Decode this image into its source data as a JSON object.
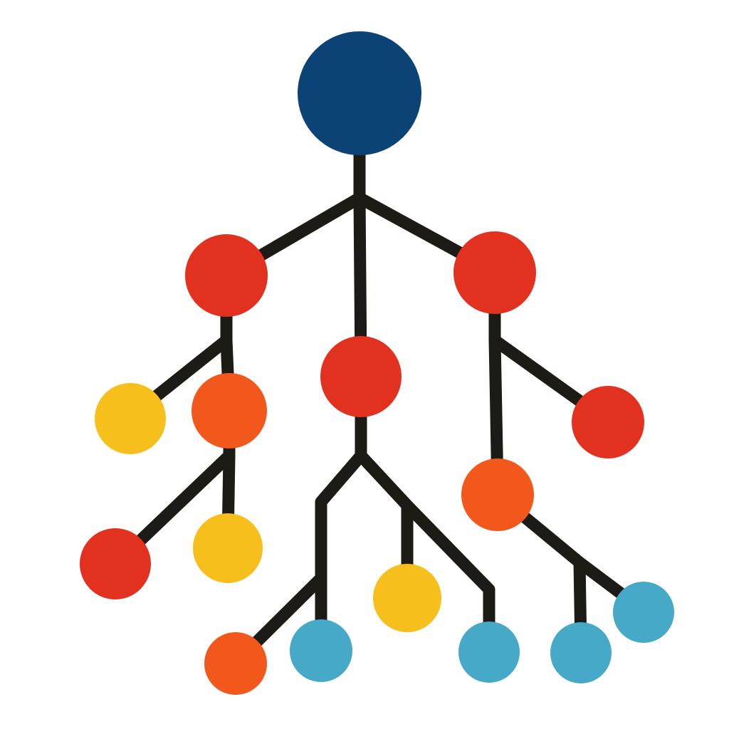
{
  "diagram": {
    "type": "tree",
    "colors": {
      "navy": "#0c4377",
      "red": "#e3311f",
      "orange": "#f2571b",
      "yellow": "#f6bf1c",
      "blue": "#45a9c7",
      "edge": "#1c1b16",
      "background": "#ffffff"
    },
    "nodes": [
      {
        "id": "root",
        "parent": null,
        "color": "navy"
      },
      {
        "id": "l1-left",
        "parent": "root",
        "color": "red"
      },
      {
        "id": "l1-center",
        "parent": "root",
        "color": "red"
      },
      {
        "id": "l1-right",
        "parent": "root",
        "color": "red"
      },
      {
        "id": "ll-yellow",
        "parent": "l1-left",
        "color": "yellow"
      },
      {
        "id": "ll-orange",
        "parent": "l1-left",
        "color": "orange"
      },
      {
        "id": "lo-red",
        "parent": "ll-orange",
        "color": "red"
      },
      {
        "id": "lo-yellow",
        "parent": "ll-orange",
        "color": "yellow"
      },
      {
        "id": "c-orange",
        "parent": "l1-center",
        "color": "orange"
      },
      {
        "id": "c-blue-left",
        "parent": "l1-center",
        "color": "blue"
      },
      {
        "id": "c-yellow",
        "parent": "l1-center",
        "color": "yellow"
      },
      {
        "id": "c-blue-right",
        "parent": "l1-center",
        "color": "blue"
      },
      {
        "id": "r-red",
        "parent": "l1-right",
        "color": "red"
      },
      {
        "id": "r-orange",
        "parent": "l1-right",
        "color": "orange"
      },
      {
        "id": "ro-blue-mid",
        "parent": "r-orange",
        "color": "blue"
      },
      {
        "id": "ro-blue-right",
        "parent": "r-orange",
        "color": "blue"
      }
    ]
  }
}
